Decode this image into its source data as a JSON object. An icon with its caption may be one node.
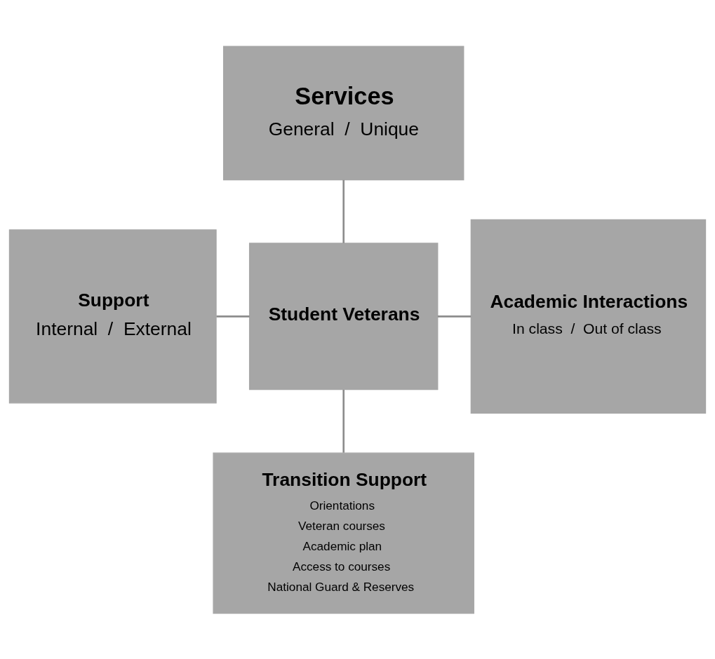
{
  "diagram": {
    "nodes": [
      {
        "text": [
          "Services",
          "General  /  Unique"
        ]
      },
      {
        "text": [
          "Support",
          "Internal  /  External"
        ]
      },
      {
        "text": [
          "Student Veterans"
        ]
      },
      {
        "text": [
          "Academic Interactions",
          "In class  /  Out of class"
        ]
      },
      {
        "text": [
          "Transition Support",
          "Orientations",
          "Veteran courses",
          "Academic plan",
          "Access to courses",
          "National Guard & Reserves"
        ]
      }
    ],
    "edges": [
      {
        "from": 0,
        "to": 2,
        "arrow": "none"
      },
      {
        "from": 1,
        "to": 2,
        "arrow": "none"
      },
      {
        "from": 2,
        "to": 3,
        "arrow": "none"
      },
      {
        "from": 2,
        "to": 4,
        "arrow": "none"
      }
    ]
  }
}
